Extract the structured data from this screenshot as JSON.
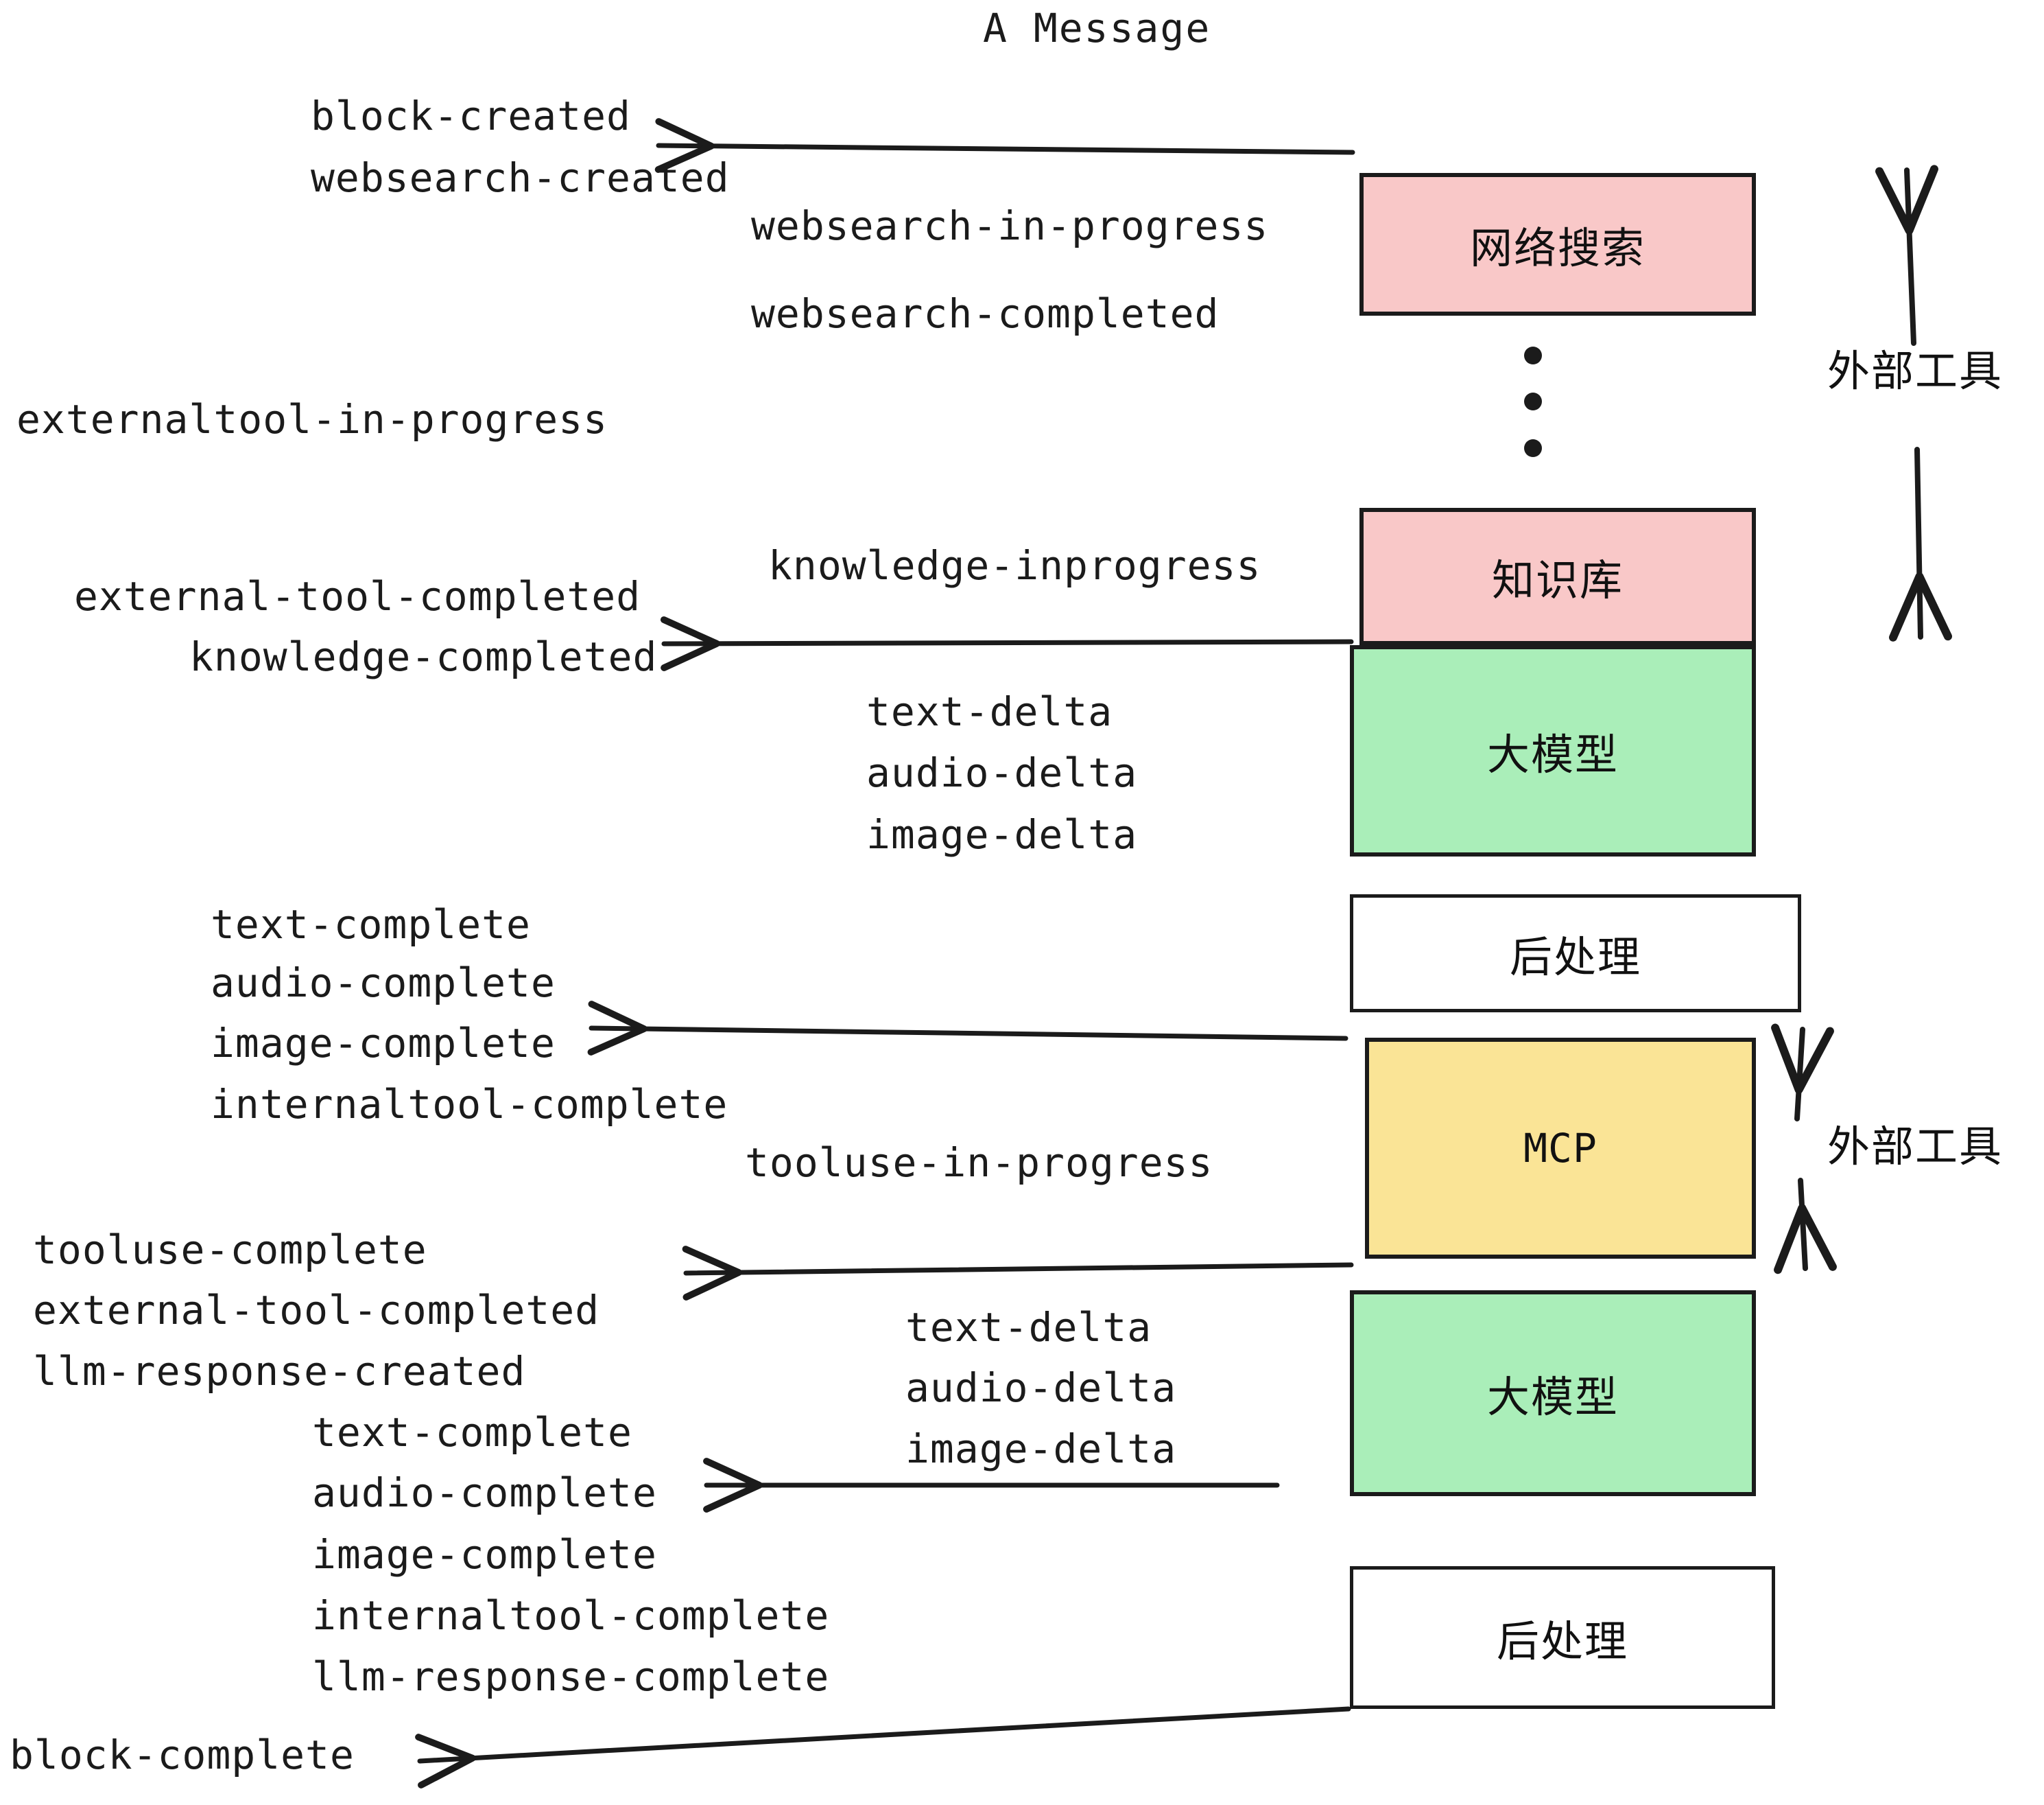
{
  "diagram": {
    "title": "A Message",
    "colors": {
      "pink": "#f9c8c8",
      "green": "#aaeeb9",
      "yellow": "#fae496",
      "white": "#ffffff",
      "stroke": "#1b1b1b",
      "text": "#1b1b1b"
    },
    "nodes": [
      {
        "id": "websearch",
        "label": "网络搜索",
        "fill": "#f9c8c8"
      },
      {
        "id": "knowledge",
        "label": "知识库",
        "fill": "#f9c8c8"
      },
      {
        "id": "llm1",
        "label": "大模型",
        "fill": "#aaeeb9"
      },
      {
        "id": "post1",
        "label": "后处理",
        "fill": "#ffffff"
      },
      {
        "id": "mcp",
        "label": "MCP",
        "fill": "#fae496"
      },
      {
        "id": "llm2",
        "label": "大模型",
        "fill": "#aaeeb9"
      },
      {
        "id": "post2",
        "label": "后处理",
        "fill": "#ffffff"
      }
    ],
    "side_labels": [
      {
        "id": "external-tool-top",
        "label": "外部工具"
      },
      {
        "id": "external-tool-bottom",
        "label": "外部工具"
      }
    ],
    "events": {
      "left_group_1": [
        "block-created",
        "websearch-created"
      ],
      "mid_group_1": [
        "websearch-in-progress",
        "websearch-completed"
      ],
      "externaltool_in_progress": "externaltool-in-progress",
      "knowledge_inprogress": "knowledge-inprogress",
      "left_group_2": [
        "external-tool-completed",
        "knowledge-completed"
      ],
      "delta_group_1": [
        "text-delta",
        "audio-delta",
        "image-delta"
      ],
      "left_group_3": [
        "text-complete",
        "audio-complete",
        "image-complete",
        "internaltool-complete"
      ],
      "tooluse_in_progress": "tooluse-in-progress",
      "left_group_4": [
        "tooluse-complete",
        "external-tool-completed",
        "llm-response-created"
      ],
      "delta_group_2": [
        "text-delta",
        "audio-delta",
        "image-delta"
      ],
      "left_group_5": [
        "text-complete",
        "audio-complete",
        "image-complete",
        "internaltool-complete",
        "llm-response-complete"
      ],
      "block_complete": "block-complete"
    },
    "ellipsis_dots": 3
  }
}
